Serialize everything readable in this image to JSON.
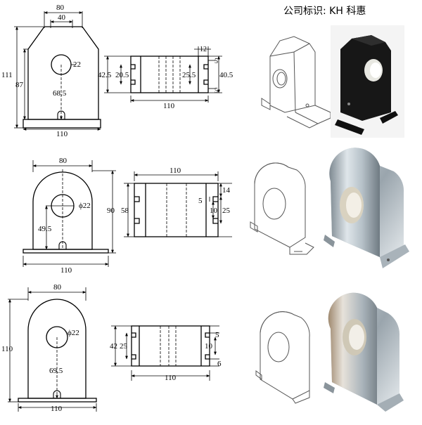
{
  "header": {
    "company_label": "公司标识: KH 科惠"
  },
  "rows": [
    {
      "front": {
        "width": "80",
        "inner": "40",
        "height": "111",
        "body": "87",
        "hole": "22",
        "center": "68.5",
        "base": "110"
      },
      "side": {
        "total": "42.5",
        "inner": "20.5",
        "slot": "25.5",
        "right": "40.5",
        "top": "12",
        "a": "5",
        "b": "5",
        "length": "110"
      }
    },
    {
      "front": {
        "width": "80",
        "height": "90",
        "hole": "ϕ22",
        "center": "49.5",
        "base": "110"
      },
      "side": {
        "length": "110",
        "height": "58",
        "a": "14",
        "b": "5",
        "c": "10",
        "d": "25"
      }
    },
    {
      "front": {
        "width": "80",
        "height": "110",
        "hole": "ϕ22",
        "center": "69.5",
        "base": "110"
      },
      "side": {
        "total": "42",
        "inner": "25",
        "a": "5",
        "b": "10",
        "c": "6",
        "length": "110"
      }
    }
  ]
}
